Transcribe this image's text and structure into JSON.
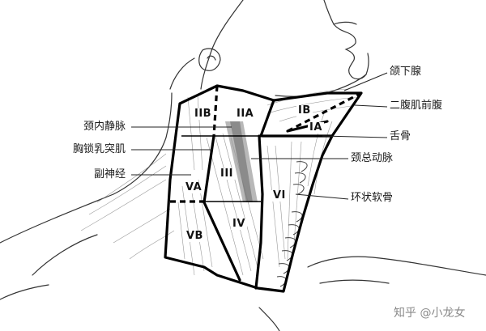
{
  "zones": {
    "IA": "IA",
    "IB": "IB",
    "IIA": "IIA",
    "IIB": "IIB",
    "III": "III",
    "IV": "IV",
    "VA": "VA",
    "VB": "VB",
    "VI": "VI"
  },
  "labels": {
    "submandibular_gland": "颌下腺",
    "digastric_anterior_belly": "二腹肌前腹",
    "hyoid": "舌骨",
    "common_carotid": "颈总动脉",
    "cricoid_cartilage": "环状软骨",
    "internal_jugular_vein": "颈内静脉",
    "sternocleidomastoid": "胸锁乳突肌",
    "accessory_nerve": "副神经"
  },
  "watermark": "知乎 @小龙女"
}
